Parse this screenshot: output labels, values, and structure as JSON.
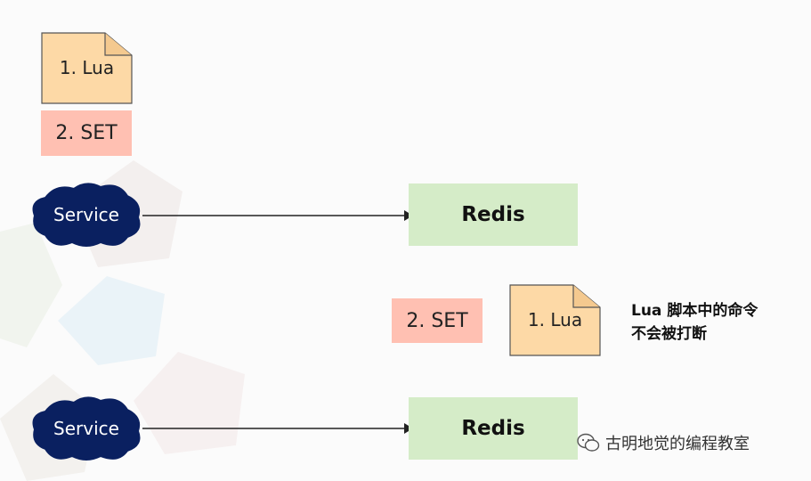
{
  "diagram": {
    "top": {
      "doc_label": "1. Lua",
      "set_label": "2. SET",
      "service_label": "Service",
      "redis_label": "Redis"
    },
    "bottom": {
      "set_label": "2. SET",
      "doc_label": "1. Lua",
      "service_label": "Service",
      "redis_label": "Redis",
      "note_line1": "Lua 脚本中的命令",
      "note_line2": "不会被打断"
    }
  },
  "watermark": {
    "icon": "wechat-icon",
    "text": "古明地觉的编程教室"
  },
  "colors": {
    "doc_fill": "#fdd9a6",
    "set_fill": "#ffc0b2",
    "redis_fill": "#d5ecc8",
    "service_fill": "#0a2060"
  }
}
